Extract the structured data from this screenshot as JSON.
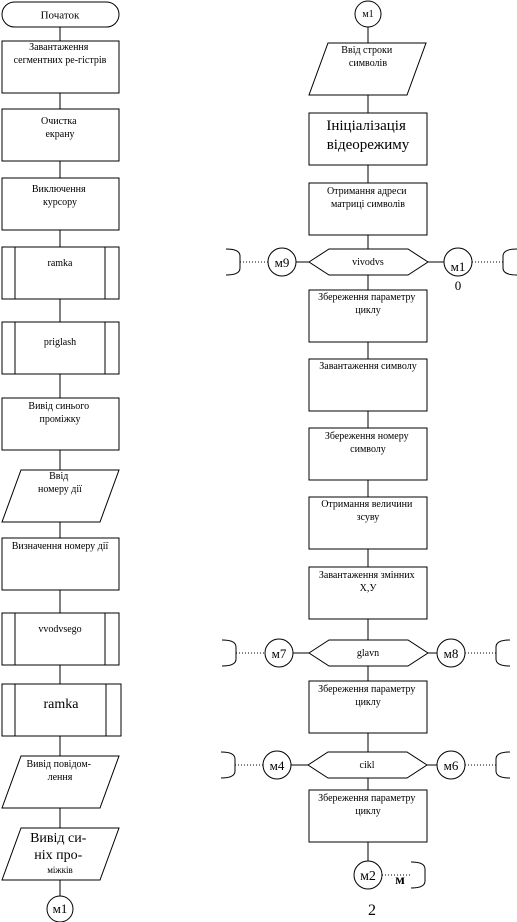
{
  "left": {
    "start": "Початок",
    "load_segments": [
      "Завантаження",
      "сегментних ре-гістрів"
    ],
    "clear_screen": [
      "Очистка",
      "екрану"
    ],
    "cursor_on": [
      "Виключення",
      "курсору"
    ],
    "ramka_1": "ramka",
    "priglash": "priglash",
    "blue_gap": [
      "Вивід синього",
      "проміжку"
    ],
    "input_action": [
      "Ввід",
      "номеру дії"
    ],
    "determine_action": "Визначення номеру дії",
    "vvodvsego": "vvodvsego",
    "ramka_2": "ramka",
    "message_out": [
      "Вивід повідом-",
      "лення"
    ],
    "blue_gaps_out": [
      "Вивід си-",
      "ніх про-",
      "міжків"
    ],
    "connector_m1": "м1"
  },
  "right": {
    "connector_m1": "м1",
    "input_string": [
      "Ввід строки",
      "символів"
    ],
    "init_video": [
      "Ініціалізація",
      "відеорежиму"
    ],
    "get_address": [
      "Отримання адреси",
      "матриці символів"
    ],
    "vivodvs": "vivodvs",
    "m9": "м9",
    "m10_top": "м1",
    "m10_bottom": "0",
    "save_param_1": [
      "Збереження параметру",
      "циклу"
    ],
    "load_symbol": "Завантаження символу",
    "save_symbol_no": [
      "Збереження номеру",
      "символу"
    ],
    "get_shift": [
      "Отримання величини",
      "зсуву"
    ],
    "load_vars": [
      "Завантаження змінних",
      "Х,У"
    ],
    "glavn": "glavn",
    "m7": "м7",
    "m8": "м8",
    "save_param_2": [
      "Збереження параметру",
      "циклу"
    ],
    "cikl": "cikl",
    "m4": "м4",
    "m6": "м6",
    "save_param_3": [
      "Збереження параметру",
      "циклу"
    ],
    "m2": "м2",
    "m_stub": "м"
  },
  "page_number": "2"
}
